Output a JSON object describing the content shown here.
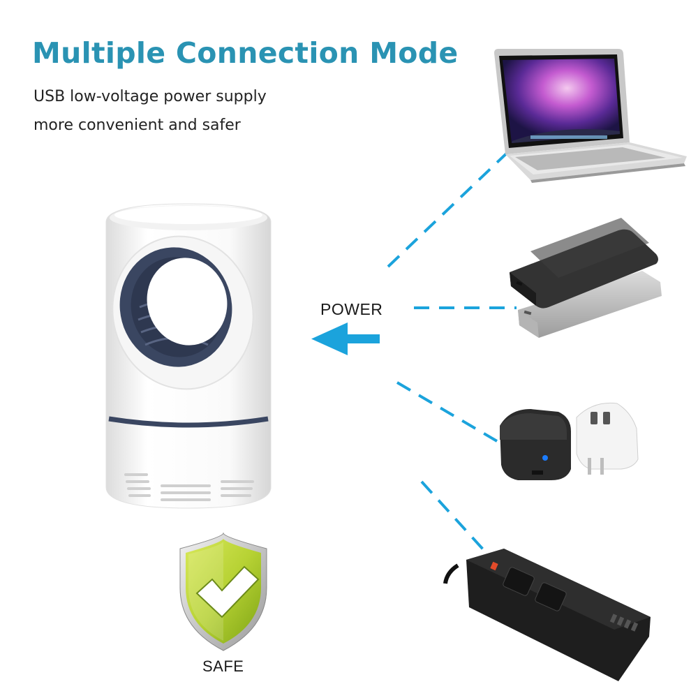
{
  "heading": {
    "title": "Multiple Connection Mode",
    "subtitle_line1": "USB low-voltage power supply",
    "subtitle_line2": "more convenient and safer"
  },
  "labels": {
    "power": "POWER",
    "safe": "SAFE"
  },
  "colors": {
    "title": "#2a93b3",
    "connector_dash": "#1ba3dc",
    "arrow": "#1ba3dc",
    "shield_green": "#b7d234",
    "lamp_accent": "#3a4661"
  },
  "icons": {
    "lamp": "mosquito-lamp-icon",
    "laptop": "laptop-icon",
    "power_bank": "power-bank-icon",
    "charger": "usb-wall-charger-icon",
    "power_strip": "power-strip-icon",
    "shield": "safety-shield-check-icon"
  }
}
